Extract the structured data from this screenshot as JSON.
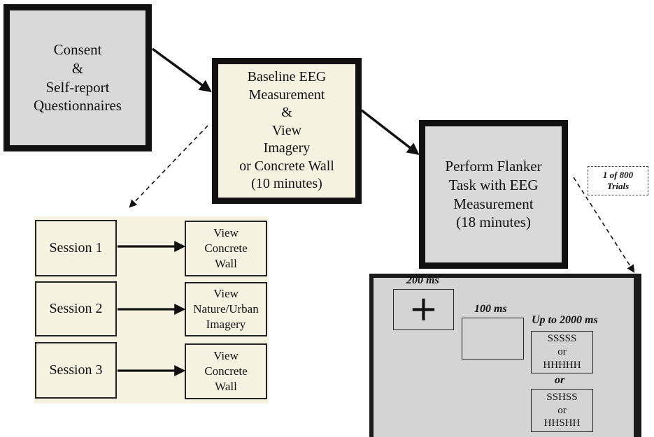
{
  "steps": {
    "consent": "Consent\n&\nSelf-report\nQuestionnaires",
    "baseline": "Baseline EEG\nMeasurement\n&\nView\nImagery\nor Concrete Wall\n(10 minutes)",
    "flanker": "Perform Flanker\nTask with EEG\nMeasurement\n(18 minutes)"
  },
  "sessions": [
    {
      "label": "Session 1",
      "view": "View\nConcrete\nWall"
    },
    {
      "label": "Session 2",
      "view": "View\nNature/Urban\nImagery"
    },
    {
      "label": "Session 3",
      "view": "View\nConcrete\nWall"
    }
  ],
  "trial_note": "1 of 800\nTrials",
  "trial": {
    "fixation_time": "200 ms",
    "fixation_symbol": "+",
    "blank_time": "100 ms",
    "stimulus_time": "Up to 2000 ms",
    "congruent": "SSSSS\nor\nHHHHH",
    "or_label": "or",
    "incongruent": "SSHSS\nor\nHHSHH"
  },
  "colors": {
    "grey_fill": "#d9d9d9",
    "cream_fill": "#f6f2e1",
    "border": "#111111"
  }
}
